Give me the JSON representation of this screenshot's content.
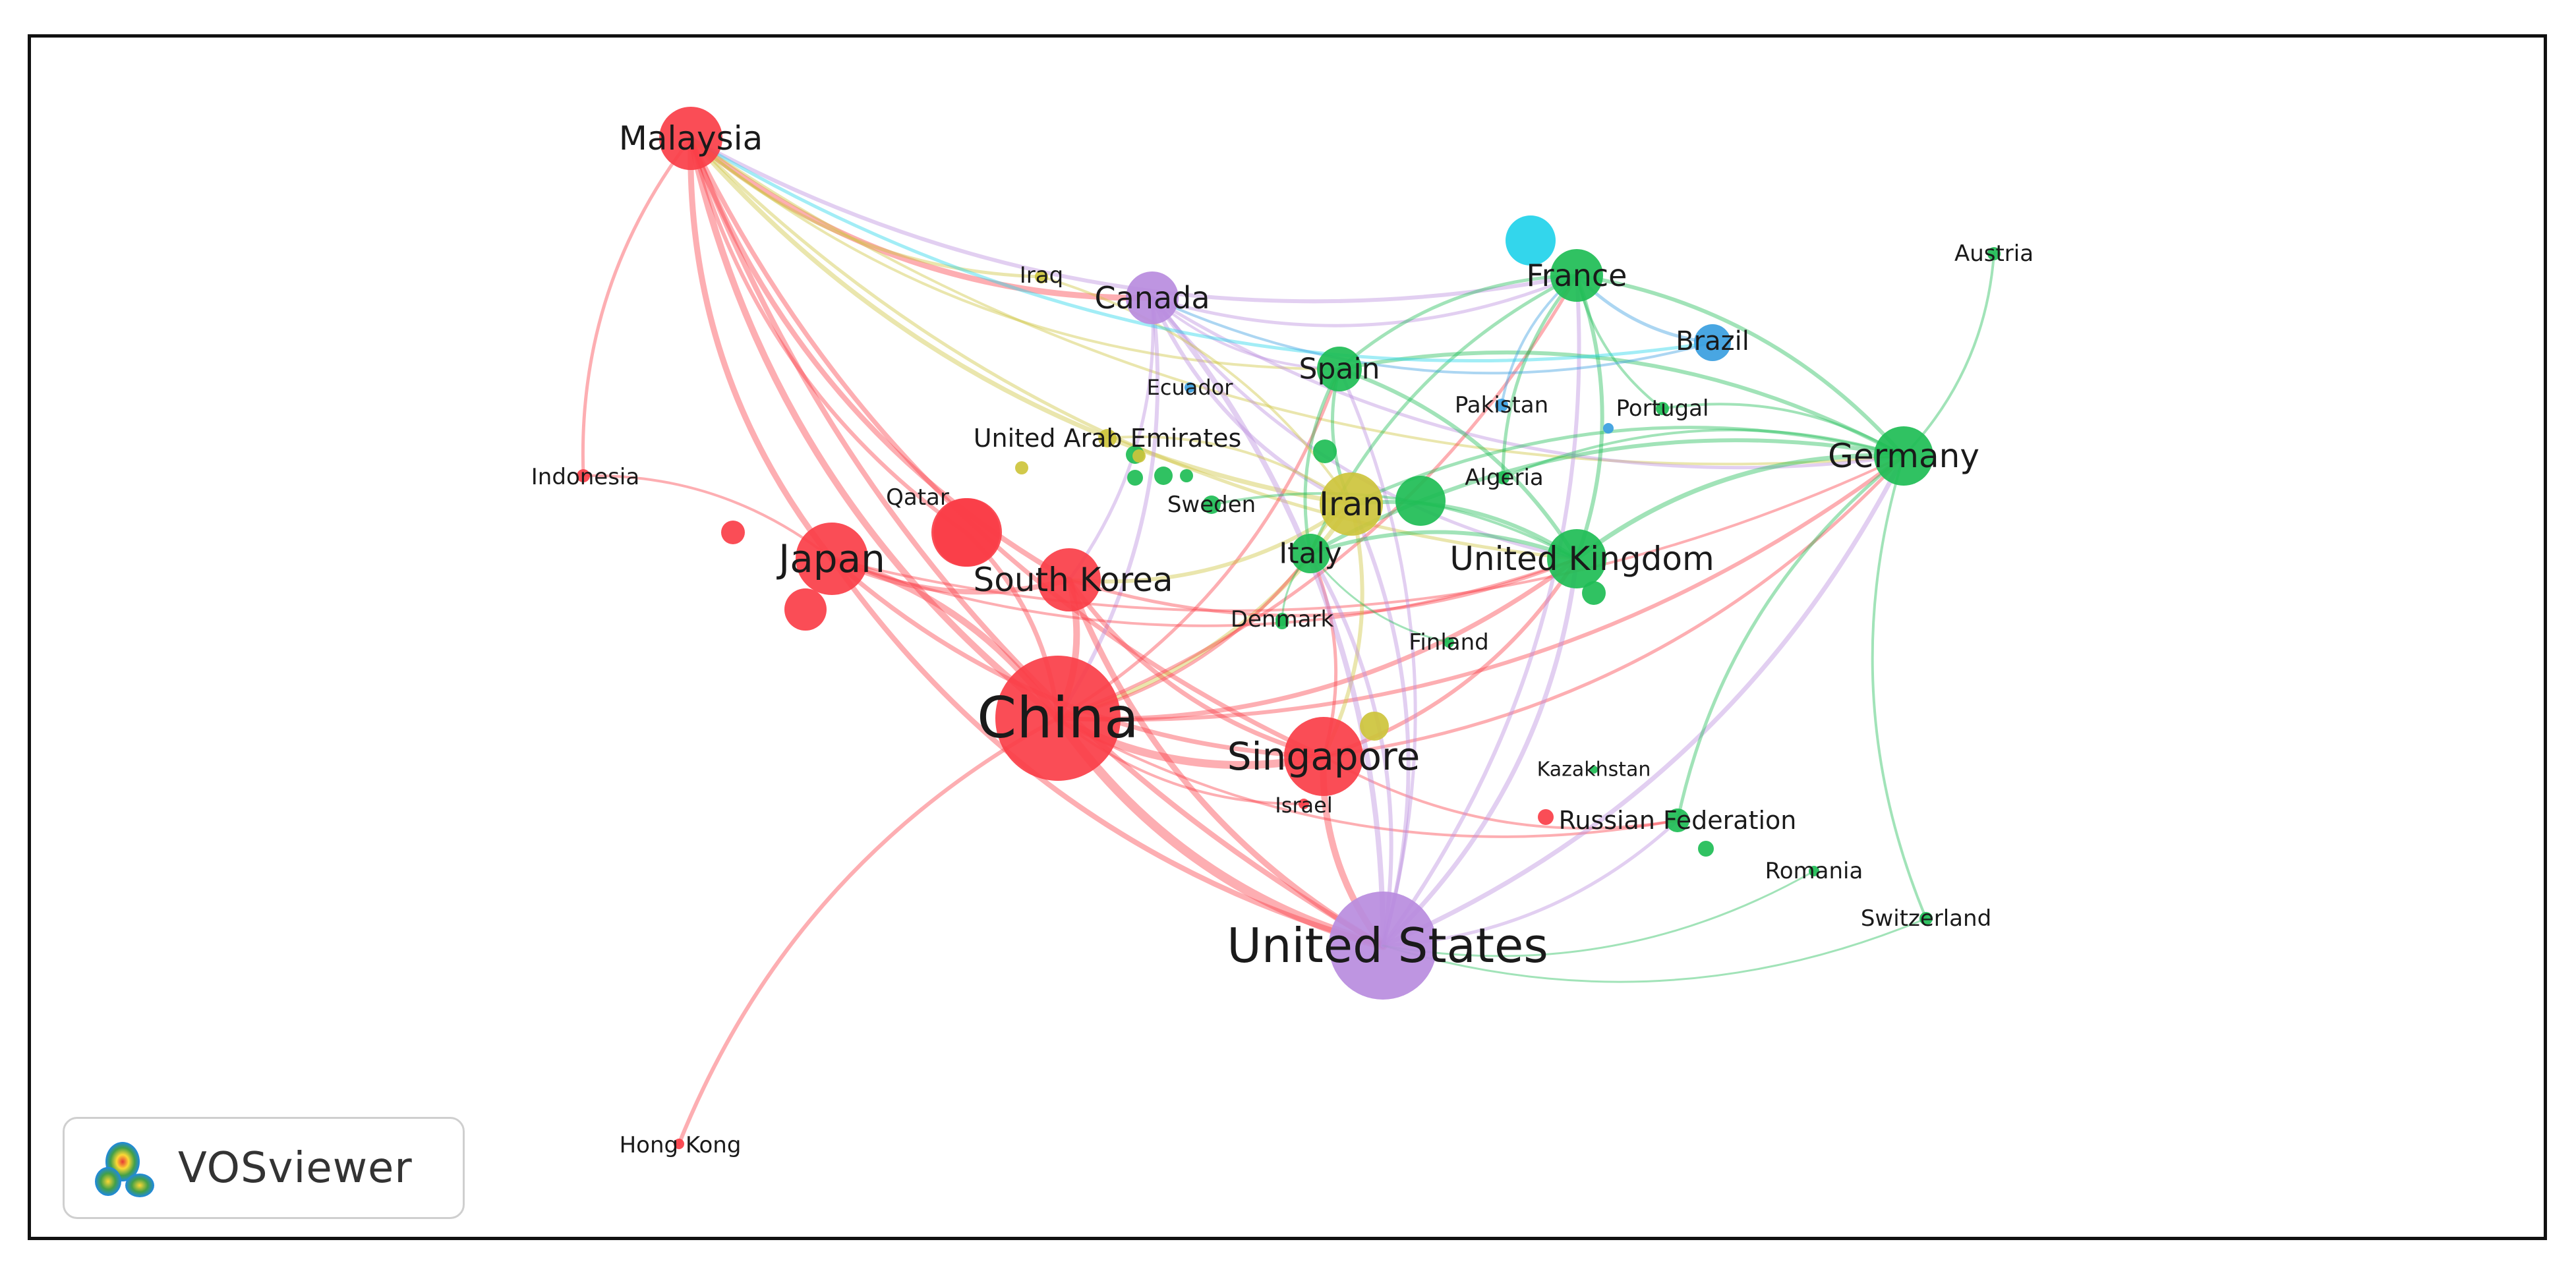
{
  "nodes": [
    {
      "id": "china",
      "label": "China",
      "cluster": "red",
      "weight": 1.0
    },
    {
      "id": "united-states",
      "label": "United States",
      "cluster": "purple",
      "weight": 0.8
    },
    {
      "id": "singapore",
      "label": "Singapore",
      "cluster": "red",
      "weight": 0.55
    },
    {
      "id": "japan",
      "label": "Japan",
      "cluster": "red",
      "weight": 0.5
    },
    {
      "id": "south-korea",
      "label": "South Korea",
      "cluster": "red",
      "weight": 0.42
    },
    {
      "id": "malaysia",
      "label": "Malaysia",
      "cluster": "red",
      "weight": 0.42
    },
    {
      "id": "qatar",
      "label": "Qatar",
      "cluster": "red",
      "weight": 0.1
    },
    {
      "id": "indonesia",
      "label": "Indonesia",
      "cluster": "red",
      "weight": 0.05
    },
    {
      "id": "hong-kong",
      "label": "Hong Kong",
      "cluster": "red",
      "weight": 0.05
    },
    {
      "id": "israel",
      "label": "Israel",
      "cluster": "red",
      "weight": 0.05
    },
    {
      "id": "canada",
      "label": "Canada",
      "cluster": "purple",
      "weight": 0.38
    },
    {
      "id": "iran",
      "label": "Iran",
      "cluster": "yellow",
      "weight": 0.42
    },
    {
      "id": "iraq",
      "label": "Iraq",
      "cluster": "yellow",
      "weight": 0.05
    },
    {
      "id": "united-arab-emirates",
      "label": "United Arab Emirates",
      "cluster": "yellow",
      "weight": 0.05
    },
    {
      "id": "germany",
      "label": "Germany",
      "cluster": "green",
      "weight": 0.45
    },
    {
      "id": "united-kingdom",
      "label": "United Kingdom",
      "cluster": "green",
      "weight": 0.45
    },
    {
      "id": "france",
      "label": "France",
      "cluster": "green",
      "weight": 0.38
    },
    {
      "id": "spain",
      "label": "Spain",
      "cluster": "green",
      "weight": 0.3
    },
    {
      "id": "italy",
      "label": "Italy",
      "cluster": "green",
      "weight": 0.3
    },
    {
      "id": "sweden",
      "label": "Sweden",
      "cluster": "green",
      "weight": 0.1
    },
    {
      "id": "algeria",
      "label": "Algeria",
      "cluster": "green",
      "weight": 0.05
    },
    {
      "id": "denmark",
      "label": "Denmark",
      "cluster": "green",
      "weight": 0.05
    },
    {
      "id": "finland",
      "label": "Finland",
      "cluster": "green",
      "weight": 0.05
    },
    {
      "id": "russian-federation",
      "label": "Russian Federation",
      "cluster": "green",
      "weight": 0.1
    },
    {
      "id": "romania",
      "label": "Romania",
      "cluster": "green",
      "weight": 0.05
    },
    {
      "id": "switzerland",
      "label": "Switzerland",
      "cluster": "green",
      "weight": 0.05
    },
    {
      "id": "austria",
      "label": "Austria",
      "cluster": "green",
      "weight": 0.05
    },
    {
      "id": "kazakhstan",
      "label": "Kazakhstan",
      "cluster": "green",
      "weight": 0.05
    },
    {
      "id": "portugal",
      "label": "Portugal",
      "cluster": "green",
      "weight": 0.05
    },
    {
      "id": "brazil",
      "label": "Brazil",
      "cluster": "blue",
      "weight": 0.2
    },
    {
      "id": "pakistan",
      "label": "Pakistan",
      "cluster": "blue",
      "weight": 0.05
    },
    {
      "id": "ecuador",
      "label": "Ecuador",
      "cluster": "blue",
      "weight": 0.05
    }
  ],
  "cluster_colors": {
    "red": "#fa3e48",
    "purple": "#b98cde",
    "yellow": "#cdc43c",
    "green": "#1ebd55",
    "blue": "#3a9ee0",
    "cyan": "#22d3ea"
  },
  "logo": {
    "text": "VOSviewer",
    "icon": "vosviewer-logo-icon"
  }
}
